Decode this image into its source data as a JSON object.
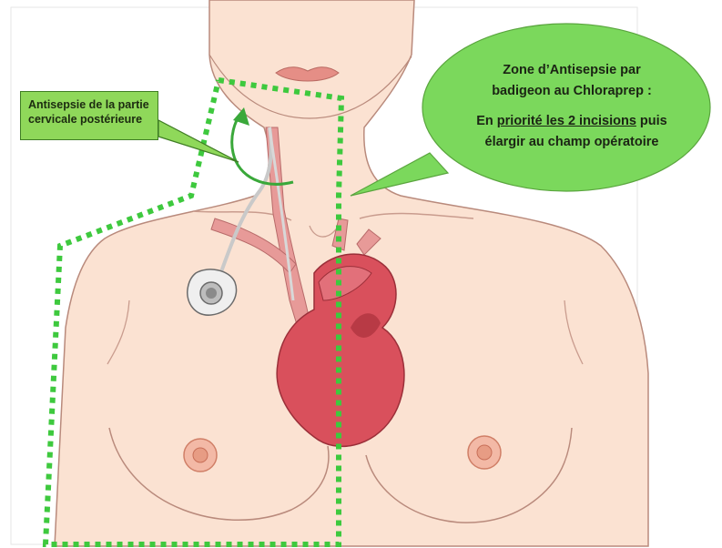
{
  "left_label": {
    "line1": "Antisepsie de la partie",
    "line2": "cervicale postérieure"
  },
  "bubble": {
    "line1": "Zone  d’Antisepsie par",
    "line2": "badigeon au Chloraprep :",
    "line3_before": "En ",
    "line3_underlined": "priorité les 2 incisions",
    "line3_after": " puis",
    "line4": "élargir au champ opératoire"
  },
  "colors": {
    "skin": "#fbe2d2",
    "skin_outline": "#b98a7c",
    "dashed_zone": "#3ec93e",
    "bubble_fill": "#7bd85c",
    "box_fill": "#8fd85a",
    "heart": "#d9505c",
    "vessel": "#e79a98",
    "catheter": "#c9c9c9",
    "lips": "#e58e86",
    "nipple": "#e79c84"
  },
  "icons": [
    "port-catheter-icon",
    "heart-icon",
    "curved-arrow-icon"
  ]
}
